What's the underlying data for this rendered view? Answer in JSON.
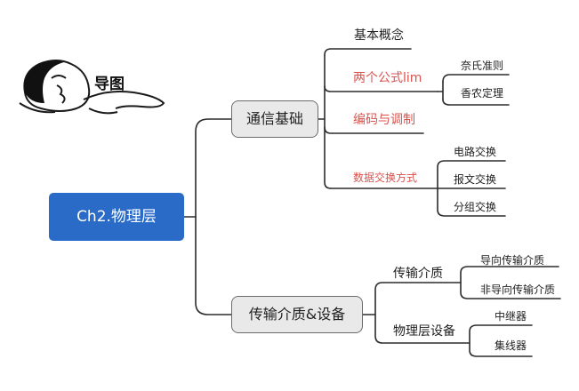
{
  "logo": {
    "text": "导图"
  },
  "root": {
    "label": "Ch2.物理层"
  },
  "branches": [
    {
      "label": "通信基础",
      "children": [
        {
          "label": "基本概念",
          "accent": false,
          "children": []
        },
        {
          "label": "两个公式lim",
          "accent": true,
          "children": [
            "奈氏准则",
            "香农定理"
          ]
        },
        {
          "label": "编码与调制",
          "accent": true,
          "children": []
        },
        {
          "label": "数据交换方式",
          "accent": true,
          "children": [
            "电路交换",
            "报文交换",
            "分组交换"
          ]
        }
      ]
    },
    {
      "label": "传输介质&设备",
      "children": [
        {
          "label": "传输介质",
          "accent": false,
          "children": [
            "导向传输介质",
            "非导向传输介质"
          ]
        },
        {
          "label": "物理层设备",
          "accent": false,
          "children": [
            "中继器",
            "集线器"
          ]
        }
      ]
    }
  ],
  "colors": {
    "root_fill": "#2a6bc8",
    "accent_text": "#d9534f",
    "line": "#2b2b2b"
  }
}
